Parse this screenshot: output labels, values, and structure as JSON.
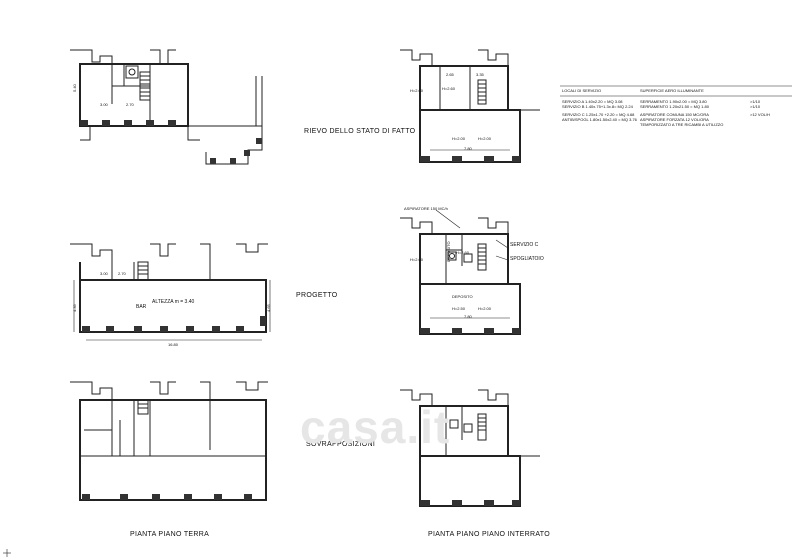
{
  "labels": {
    "rilievo": "RIEVO DELLO STATO DI FATTO",
    "progetto": "PROGETTO",
    "sovrapposizioni": "SOVRAPPOSIZIONI",
    "pianta_terra": "PIANTA PIANO TERRA",
    "pianta_interrato": "PIANTA PIANO PIANO INTERRATO",
    "bar": "BAR",
    "altezza": "ALTEZZA m = 3.40",
    "aspiratore_top": "ASPIRATORE 150 MC/h",
    "servizio_c": "SERVIZIO C",
    "spogliatoio": "SPOGLIATOIO",
    "deposito": "DEPOSITO",
    "deposito_small": "DEPOSITO",
    "h200_a": "H=2.00",
    "h260_a": "H=2.60",
    "h200_b": "H=2.00",
    "h200_c": "H=2.00",
    "h200_d": "H=2.00",
    "h260_b": "H=2.60",
    "h250": "H=2.50",
    "h200_e": "H=2.00",
    "watermark": "casa.it"
  },
  "dims": {
    "d_540": "5.40",
    "d_300": "3.00",
    "d_270": "2.70",
    "d_1680": "16.80",
    "d_300b": "3.00",
    "d_270b": "2.70",
    "d_435": "4.35",
    "d_465": "4.65",
    "d_780": "7.80",
    "d_780b": "7.80",
    "d_265": "2.65",
    "d_335": "3.35"
  },
  "table": {
    "h1": "LOCALI DI SERVIZIO",
    "h2": "SUPERFICIE AERO ILLUMINANTE",
    "r1c1": "SERVIZIO A   1.40x2.20 = MQ 3.08",
    "r1c2": "SERRAMENTO  1.90x2.00 = MQ 3.80",
    "r1c3": ">1/10",
    "r2c1": "SERVIZIO B   1.40x.75+1.3x.8= MQ 2.24",
    "r2c2": "SERRAMENTO  1.20x21.50 = MQ 1.80",
    "r2c3": ">1/10",
    "r3c1": "SERVIZIO C   1.25x1.70 +2.20 = MQ 4.68",
    "r3c2": "ASPIRATORE  COMUNA 150 MC/ORA",
    "r3c3": ">12 VOL/H",
    "r4c1": "ANTIB/SPOGL  1.80x1.50x2.40 = MQ 3.76",
    "r4c2": "ASPIRATORE FORZATA 12 VOL/ORA",
    "r5c2": "TEMPORIZZATO A TRE RICAMBI A UTILIZZO"
  }
}
